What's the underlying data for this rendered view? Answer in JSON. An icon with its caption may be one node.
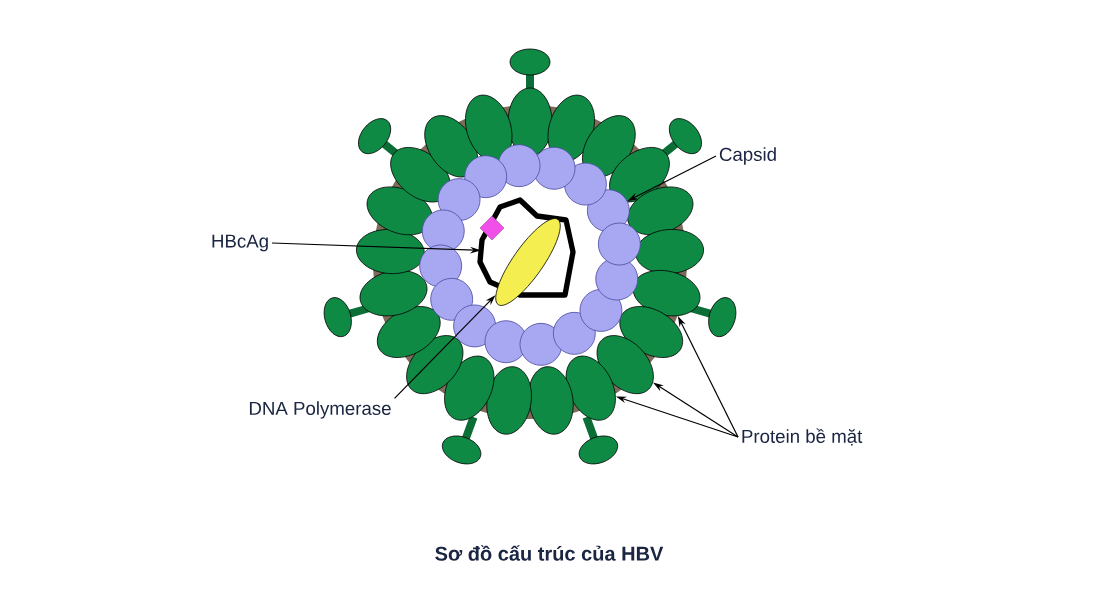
{
  "diagram": {
    "caption": "Sơ đồ cấu trúc của HBV",
    "nodes": [
      {
        "text": [
          "Capsid"
        ]
      },
      {
        "text": [
          "HBcAg"
        ]
      },
      {
        "text": [
          "DNA Polymerase"
        ]
      },
      {
        "text": [
          "Protein bề mặt"
        ]
      },
      {
        "text": [],
        "shape": "polygon"
      },
      {
        "text": [],
        "shape": "ellipse"
      },
      {
        "text": [],
        "shape": "ellipse"
      },
      {
        "text": [],
        "shape": "ellipse"
      },
      {
        "text": [],
        "shape": "ellipse"
      },
      {
        "text": [],
        "shape": "ellipse"
      },
      {
        "text": [],
        "shape": "ellipse"
      },
      {
        "text": [],
        "shape": "ellipse"
      },
      {
        "text": [],
        "shape": "ellipse"
      },
      {
        "text": [],
        "shape": "ellipse"
      },
      {
        "text": [],
        "shape": "ellipse"
      },
      {
        "text": [],
        "shape": "ellipse"
      },
      {
        "text": [],
        "shape": "ellipse"
      },
      {
        "text": [],
        "shape": "ellipse"
      },
      {
        "text": [],
        "shape": "ellipse"
      },
      {
        "text": [],
        "shape": "ellipse"
      },
      {
        "text": [],
        "shape": "ellipse"
      },
      {
        "text": [],
        "shape": "ellipse"
      },
      {
        "text": [],
        "shape": "ellipse"
      },
      {
        "text": [],
        "shape": "ellipse"
      },
      {
        "text": [],
        "shape": "ellipse"
      },
      {
        "text": [],
        "shape": "ellipse"
      },
      {
        "text": [],
        "shape": "ellipse"
      },
      {
        "text": [],
        "shape": "circle"
      },
      {
        "text": [],
        "shape": "circle"
      },
      {
        "text": [],
        "shape": "circle"
      },
      {
        "text": [],
        "shape": "circle"
      },
      {
        "text": [],
        "shape": "circle"
      },
      {
        "text": [],
        "shape": "circle"
      },
      {
        "text": [],
        "shape": "circle"
      },
      {
        "text": [],
        "shape": "circle"
      },
      {
        "text": [],
        "shape": "circle"
      },
      {
        "text": [],
        "shape": "circle"
      },
      {
        "text": [],
        "shape": "circle"
      },
      {
        "text": [],
        "shape": "circle"
      },
      {
        "text": [],
        "shape": "circle"
      },
      {
        "text": [],
        "shape": "circle"
      },
      {
        "text": [],
        "shape": "circle"
      },
      {
        "text": [],
        "shape": "circle"
      }
    ],
    "edges": [
      {
        "from": 0,
        "to": 27,
        "arrow": "to"
      },
      {
        "from": 1,
        "to": 4,
        "arrow": "to"
      },
      {
        "from": 2,
        "to": 5,
        "arrow": "to"
      },
      {
        "from": 3,
        "to": 12,
        "arrow": "to"
      },
      {
        "from": 3,
        "to": 14,
        "arrow": "to"
      },
      {
        "from": 3,
        "to": 15,
        "arrow": "to"
      }
    ]
  }
}
